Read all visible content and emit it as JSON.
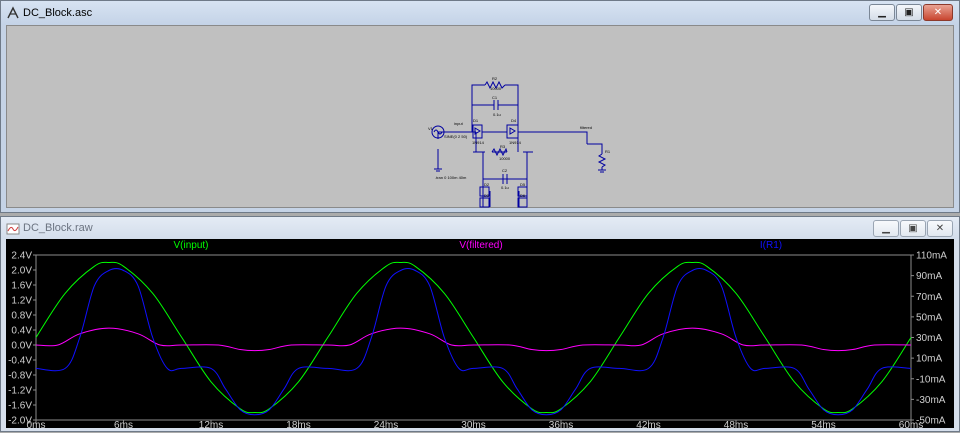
{
  "schematic_window": {
    "title": "DC_Block.asc",
    "labels": {
      "r2_name": "R2",
      "r2_value": "10000",
      "c1_name": "C1",
      "c1_value": "0.1u",
      "v1_name": "V1",
      "input_net": "input",
      "v1_value": "SINE(0 2 50)",
      "d1_name": "D1",
      "d1_value": "1N914",
      "d4_name": "D4",
      "d4_value": "1N914",
      "filtered_net": "filtered",
      "r1_name": "R1",
      "r3_name": "R3",
      "r3_value": "10000",
      "c2_name": "C2",
      "c2_value": "0.1u",
      "d2_name": "D2",
      "d3_name": "D3",
      "d5_name": "D5",
      "d6_name": "D6",
      "tran": ".tran 0 100m 40m"
    }
  },
  "waveform_window": {
    "title": "DC_Block.raw",
    "traces": [
      {
        "name": "V(input)",
        "color": "#00ff00"
      },
      {
        "name": "V(filtered)",
        "color": "#ff00ff"
      },
      {
        "name": "I(R1)",
        "color": "#1010ff"
      }
    ],
    "left_ticks": [
      "2.4V",
      "2.0V",
      "1.6V",
      "1.2V",
      "0.8V",
      "0.4V",
      "0.0V",
      "-0.4V",
      "-0.8V",
      "-1.2V",
      "-1.6V",
      "-2.0V"
    ],
    "right_ticks": [
      "110mA",
      "90mA",
      "70mA",
      "50mA",
      "30mA",
      "10mA",
      "-10mA",
      "-30mA",
      "-50mA"
    ],
    "x_ticks": [
      "0ms",
      "6ms",
      "12ms",
      "18ms",
      "24ms",
      "30ms",
      "36ms",
      "42ms",
      "48ms",
      "54ms",
      "60ms"
    ]
  },
  "chart_data": {
    "type": "line",
    "title": "",
    "xlabel": "",
    "ylabel": "",
    "xlim": [
      0,
      60
    ],
    "ylim": [
      -2.0,
      2.4
    ],
    "y2lim": [
      -50,
      110
    ],
    "x_unit": "ms",
    "series": [
      {
        "name": "V(input)",
        "axis": "left",
        "color": "#00ff00",
        "x": [
          0,
          2,
          4,
          5,
          6,
          8,
          10,
          12,
          14,
          15,
          16,
          18,
          20,
          22,
          24,
          25,
          26,
          28,
          30,
          32,
          34,
          35,
          36,
          38,
          40,
          42,
          44,
          45,
          46,
          48,
          50,
          52,
          54,
          55,
          56,
          58,
          60
        ],
        "y": [
          0.2,
          1.38,
          2.1,
          2.2,
          2.1,
          1.38,
          0.2,
          -0.98,
          -1.7,
          -1.8,
          -1.7,
          -0.98,
          0.2,
          1.38,
          2.1,
          2.2,
          2.1,
          1.38,
          0.2,
          -0.98,
          -1.7,
          -1.8,
          -1.7,
          -0.98,
          0.2,
          1.38,
          2.1,
          2.2,
          2.1,
          1.38,
          0.2,
          -0.98,
          -1.7,
          -1.8,
          -1.7,
          -0.98,
          0.2
        ]
      },
      {
        "name": "V(filtered)",
        "axis": "left",
        "color": "#ff00ff",
        "x": [
          0,
          1.5,
          3,
          5,
          7,
          8.5,
          10,
          12.5,
          14,
          15,
          16,
          17.5,
          20,
          21.5,
          23,
          25,
          27,
          28.5,
          30,
          32.5,
          34,
          35,
          36,
          37.5,
          40,
          41.5,
          43,
          45,
          47,
          48.5,
          50,
          52.5,
          54,
          55,
          56,
          57.5,
          60
        ],
        "y": [
          0.0,
          0.0,
          0.3,
          0.45,
          0.3,
          0.0,
          0.0,
          0.0,
          -0.12,
          -0.15,
          -0.12,
          0.0,
          0.0,
          0.0,
          0.3,
          0.45,
          0.3,
          0.0,
          0.0,
          0.0,
          -0.12,
          -0.15,
          -0.12,
          0.0,
          0.0,
          0.0,
          0.3,
          0.45,
          0.3,
          0.0,
          0.0,
          0.0,
          -0.12,
          -0.15,
          -0.12,
          0.0,
          0.0
        ]
      },
      {
        "name": "I(R1)",
        "axis": "right",
        "color": "#1010ff",
        "x": [
          0,
          2,
          3,
          4,
          5,
          6,
          7,
          8,
          9,
          10,
          12,
          13,
          14,
          15,
          16,
          17,
          18,
          20,
          22,
          23,
          24,
          25,
          26,
          27,
          28,
          29,
          30,
          32,
          33,
          34,
          35,
          36,
          37,
          38,
          40,
          42,
          43,
          44,
          45,
          46,
          47,
          48,
          49,
          50,
          52,
          53,
          54,
          55,
          56,
          57,
          58,
          60
        ],
        "y": [
          0,
          0,
          30,
          80,
          95,
          95,
          80,
          30,
          0,
          0,
          0,
          -20,
          -40,
          -45,
          -40,
          -20,
          0,
          0,
          0,
          30,
          80,
          95,
          95,
          80,
          30,
          0,
          0,
          0,
          -20,
          -40,
          -45,
          -40,
          -20,
          0,
          0,
          0,
          30,
          80,
          95,
          95,
          80,
          30,
          0,
          0,
          0,
          -20,
          -40,
          -45,
          -40,
          -20,
          0,
          0
        ]
      }
    ]
  }
}
